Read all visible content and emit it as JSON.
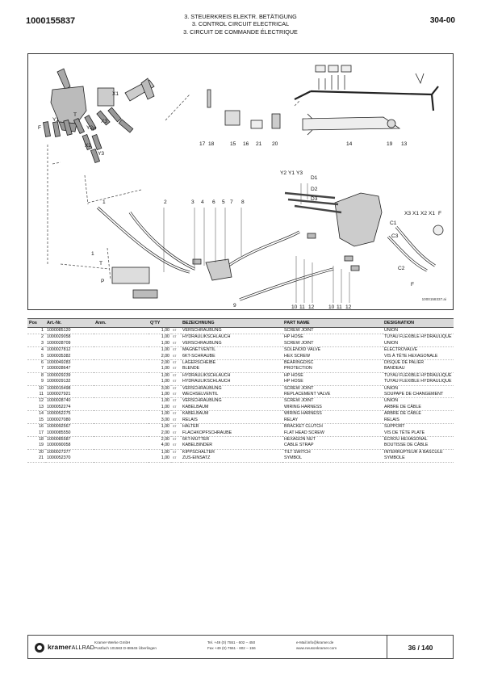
{
  "header": {
    "doc_number": "1000155837",
    "page_code": "304-00",
    "title_de": "3. STEUERKREIS ELEKTR. BETÄTIGUNG",
    "title_en": "3. CONTROL CIRCUIT ELECTRICAL",
    "title_fr": "3. CIRCUIT DE COMMANDE ÉLECTRIQUE"
  },
  "figure": {
    "drawing_ref": "1000158337.ai",
    "callouts": {
      "c1a": "1",
      "c2": "2",
      "c3": "3",
      "c4": "4",
      "c6": "6",
      "c5": "5",
      "c7": "7",
      "c8": "8",
      "c9": "9",
      "c17": "17",
      "c18": "18",
      "c15": "15",
      "c16": "16",
      "c21": "21",
      "c20": "20",
      "c14": "14",
      "c19": "19",
      "c13": "13",
      "cX1": "X1",
      "cY1": "Y1",
      "cY2": "Y2",
      "cX3": "X3",
      "cP": "P",
      "cT": "T",
      "cF": "F",
      "cX2": "X2",
      "cY3": "Y3",
      "cY2b": "Y2",
      "cY1b": "Y1",
      "cY3b": "Y3",
      "cD1": "D1",
      "cD2": "D2",
      "cD3": "D3",
      "cX3b": "X3",
      "cX1b": "X1",
      "cX2b": "X2",
      "cX1c": "X1",
      "cFb": "F",
      "cC1": "C1",
      "cC3": "C3",
      "cC2": "C2",
      "cFc": "F",
      "c1b": "1",
      "cTb": "T",
      "cPb": "P",
      "c10": "10",
      "c11": "11",
      "c12": "12",
      "c10b": "10",
      "c11b": "11",
      "c12b": "12"
    }
  },
  "table": {
    "headers": {
      "pos": "Pos",
      "art": "Art.-Nr.",
      "anm": "Anm.",
      "qty": "Q'TY",
      "bez": "BEZEICHNUNG",
      "part": "PART NAME",
      "desig": "DESIGNATION"
    },
    "rows": [
      {
        "pos": "1",
        "art": "1000085120",
        "qty": "1,00",
        "unit": "ST",
        "de": "VERSCHRAUBUNG",
        "en": "SCREW JOINT",
        "fr": "UNION"
      },
      {
        "pos": "2",
        "art": "1000029058",
        "qty": "1,00",
        "unit": "ST",
        "de": "HYDRAULIKSCHLAUCH",
        "en": "HP HOSE",
        "fr": "TUYAU FLEXIBLE HYDRAULIQUE"
      },
      {
        "pos": "3",
        "art": "1000028709",
        "qty": "1,00",
        "unit": "ST",
        "de": "VERSCHRAUBUNG",
        "en": "SCREW JOINT",
        "fr": "UNION"
      },
      {
        "pos": "4",
        "art": "1000027812",
        "qty": "1,00",
        "unit": "ST",
        "de": "MAGNETVENTIL",
        "en": "SOLENOID VALVE",
        "fr": "ÉLECTROVALVE"
      },
      {
        "pos": "5",
        "art": "1000035382",
        "qty": "2,00",
        "unit": "ST",
        "de": "6KT-SCHRAUBE",
        "en": "HEX SCREW",
        "fr": "VIS À TÊTE HEXAGONALE"
      },
      {
        "pos": "6",
        "art": "1000049283",
        "qty": "2,00",
        "unit": "ST",
        "de": "LAGERSCHEIBE",
        "en": "BEARINGDISC",
        "fr": "DISQUE DE PALIER"
      },
      {
        "pos": "7",
        "art": "1000028647",
        "qty": "1,00",
        "unit": "ST",
        "de": "BLENDE",
        "en": "PROTECTION",
        "fr": "BANDEAU"
      },
      {
        "pos": "8",
        "art": "1000029239",
        "qty": "1,00",
        "unit": "ST",
        "de": "HYDRAULIKSCHLAUCH",
        "en": "HP HOSE",
        "fr": "TUYAU FLEXIBLE HYDRAULIQUE"
      },
      {
        "pos": "9",
        "art": "1000029132",
        "qty": "1,00",
        "unit": "ST",
        "de": "HYDRAULIKSCHLAUCH",
        "en": "HP HOSE",
        "fr": "TUYAU FLEXIBLE HYDRAULIQUE"
      },
      {
        "pos": "10",
        "art": "1000015498",
        "qty": "3,00",
        "unit": "ST",
        "de": "VERSCHRAUBUNG",
        "en": "SCREW JOINT",
        "fr": "UNION"
      },
      {
        "pos": "11",
        "art": "1000027921",
        "qty": "1,00",
        "unit": "ST",
        "de": "WECHSELVENTIL",
        "en": "REPLACEMENT VALVE",
        "fr": "SOUPAPE DE CHANGEMENT"
      },
      {
        "pos": "12",
        "art": "1000028740",
        "qty": "1,00",
        "unit": "ST",
        "de": "VERSCHRAUBUNG",
        "en": "SCREW JOINT",
        "fr": "UNION"
      },
      {
        "pos": "13",
        "art": "1000052274",
        "qty": "1,00",
        "unit": "ST",
        "de": "KABELBAUM",
        "en": "WIRING HARNESS",
        "fr": "ARBRE DE CÂBLE"
      },
      {
        "pos": "14",
        "art": "1000052275",
        "qty": "1,00",
        "unit": "ST",
        "de": "KABELBAUM",
        "en": "WIRING HARNESS",
        "fr": "ARBRE DE CÂBLE"
      },
      {
        "pos": "15",
        "art": "1000027080",
        "qty": "3,00",
        "unit": "ST",
        "de": "RELAIS",
        "en": "RELAY",
        "fr": "RELAIS"
      },
      {
        "pos": "16",
        "art": "1000092567",
        "qty": "1,00",
        "unit": "ST",
        "de": "HALTER",
        "en": "BRACKET CLUTCH",
        "fr": "SUPPORT"
      },
      {
        "pos": "17",
        "art": "1000085550",
        "qty": "2,00",
        "unit": "ST",
        "de": "FLACHKOPFSCHRAUBE",
        "en": "FLAT HEAD SCREW",
        "fr": "VIS DE TÊTE PLATE"
      },
      {
        "pos": "18",
        "art": "1000085587",
        "qty": "2,00",
        "unit": "ST",
        "de": "6KT-MUTTER",
        "en": "HEXAGON NUT",
        "fr": "ÉCROU HEXAGONAL"
      },
      {
        "pos": "19",
        "art": "1000090058",
        "qty": "4,00",
        "unit": "ST",
        "de": "KABELBINDER",
        "en": "CABLE STRAP",
        "fr": "BOUTISSE DE CÂBLE"
      },
      {
        "pos": "20",
        "art": "1000027377",
        "qty": "1,00",
        "unit": "ST",
        "de": "KIPPSCHALTER",
        "en": "TILT SWITCH",
        "fr": "INTERRUPTEUR À BASCULE"
      },
      {
        "pos": "21",
        "art": "1000052370",
        "qty": "1,00",
        "unit": "ST",
        "de": "ZUS-EINSATZ",
        "en": "SYMBOL",
        "fr": "SYMBOLE"
      }
    ]
  },
  "footer": {
    "brand_main": "kramer",
    "brand_sub": "ALLRAD",
    "company": "Kramer-Werke GmbH",
    "address": "Postfach 101563 D-88645 Überlingen",
    "tel": "Tel. +49 (0) 7551 - 602 – 450",
    "fax": "Fax +49 (0) 7551 - 602 – 156",
    "email": "e-Mail:info@kramer.de",
    "web": "www.neusonkramer.com",
    "page": "36 / 140"
  }
}
